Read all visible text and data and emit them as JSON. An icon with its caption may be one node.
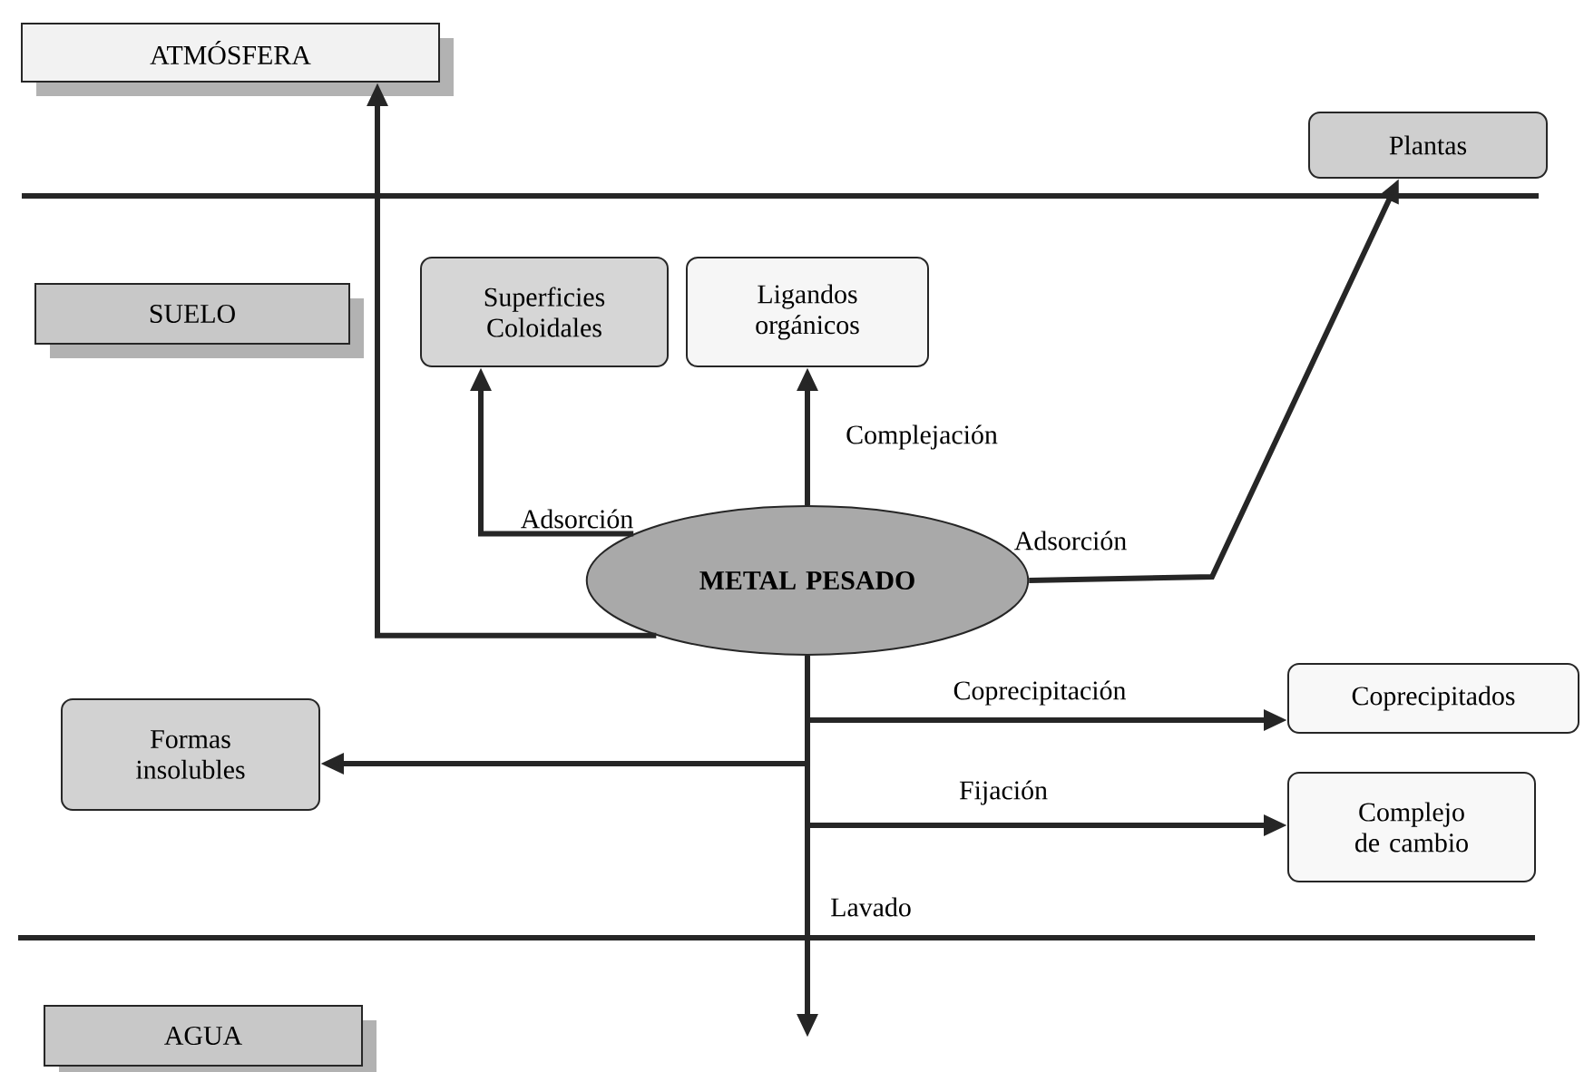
{
  "diagram": {
    "nodes": [
      {
        "text": [
          "ATMÓSFERA"
        ]
      },
      {
        "text": [
          "Plantas"
        ]
      },
      {
        "text": [
          "SUELO"
        ]
      },
      {
        "text": [
          "Superficies Coloidales"
        ]
      },
      {
        "text": [
          "Ligandos orgánicos"
        ]
      },
      {
        "text": [
          "METAL PESADO"
        ]
      },
      {
        "text": [
          "Coprecipitados"
        ]
      },
      {
        "text": [
          "Formas insolubles"
        ]
      },
      {
        "text": [
          "Complejo de cambio"
        ]
      },
      {
        "text": [
          "AGUA"
        ]
      }
    ],
    "edges": [
      {
        "from": 5,
        "to": 0,
        "arrow": "to"
      },
      {
        "from": 5,
        "to": 3,
        "arrow": "to",
        "label": "Adsorción"
      },
      {
        "from": 5,
        "to": 4,
        "arrow": "to",
        "label": "Complejación"
      },
      {
        "from": 5,
        "to": 1,
        "arrow": "to",
        "label": "Adsorción"
      },
      {
        "from": 5,
        "to": 6,
        "arrow": "to",
        "label": "Coprecipitación"
      },
      {
        "from": 5,
        "to": 7,
        "arrow": "to"
      },
      {
        "from": 5,
        "to": 8,
        "arrow": "to",
        "label": "Fijación"
      },
      {
        "from": 5,
        "to": null,
        "arrow": "to",
        "label": "Lavado"
      }
    ]
  }
}
